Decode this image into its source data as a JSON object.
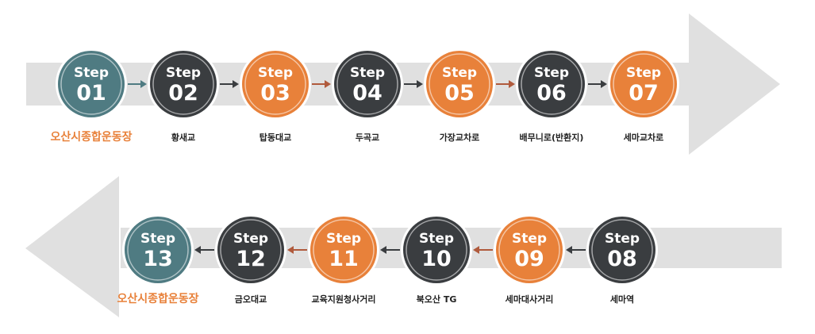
{
  "colors": {
    "band": "#e0e0e0",
    "dark": "#3a3d40",
    "orange": "#e8813a",
    "teal": "#4f7b82",
    "connector_orange": "#b05a3c",
    "connector_teal": "#4f7b82",
    "connector_dark": "#3a3d40",
    "label_text": "#222222",
    "label_highlight": "#e8813a",
    "ring": "#ffffff"
  },
  "step_word": "Step",
  "routes": [
    {
      "direction": "right",
      "steps": [
        {
          "number": "01",
          "label": "오산시종합운동장",
          "color": "teal",
          "highlight": true
        },
        {
          "number": "02",
          "label": "황새교",
          "color": "dark",
          "highlight": false
        },
        {
          "number": "03",
          "label": "탑동대교",
          "color": "orange",
          "highlight": false
        },
        {
          "number": "04",
          "label": "두곡교",
          "color": "dark",
          "highlight": false
        },
        {
          "number": "05",
          "label": "가장교차로",
          "color": "orange",
          "highlight": false
        },
        {
          "number": "06",
          "label": "배무니로(반환지)",
          "color": "dark",
          "highlight": false
        },
        {
          "number": "07",
          "label": "세마교차로",
          "color": "orange",
          "highlight": false
        }
      ],
      "connectors": [
        "teal",
        "dark",
        "orange",
        "dark",
        "orange",
        "dark"
      ]
    },
    {
      "direction": "left",
      "steps": [
        {
          "number": "08",
          "label": "세마역",
          "color": "dark",
          "highlight": false
        },
        {
          "number": "09",
          "label": "세마대사거리",
          "color": "orange",
          "highlight": false
        },
        {
          "number": "10",
          "label": "북오산 TG",
          "color": "dark",
          "highlight": false
        },
        {
          "number": "11",
          "label": "교육지원청사거리",
          "color": "orange",
          "highlight": false
        },
        {
          "number": "12",
          "label": "금오대교",
          "color": "dark",
          "highlight": false
        },
        {
          "number": "13",
          "label": "오산시종합운동장",
          "color": "teal",
          "highlight": true
        }
      ],
      "connectors": [
        "dark",
        "orange",
        "dark",
        "orange",
        "dark"
      ]
    }
  ]
}
